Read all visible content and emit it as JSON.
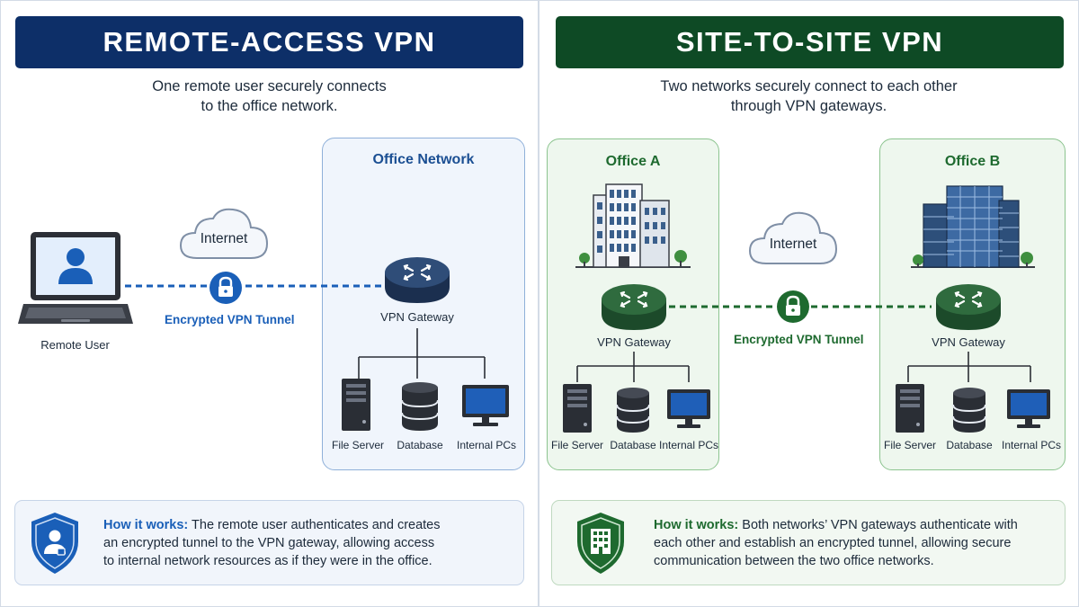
{
  "remote_access": {
    "title": "REMOTE-ACCESS VPN",
    "subtitle_lines": [
      "One remote user securely connects",
      "to the office network."
    ],
    "office_network_title": "Office Network",
    "cloud_label": "Internet",
    "tunnel_label": "Encrypted VPN Tunnel",
    "remote_user_label": "Remote User",
    "gateway_label": "VPN Gateway",
    "resources": [
      "File Server",
      "Database",
      "Internal PCs"
    ],
    "how_it_works": {
      "lead": "How it works:",
      "lines": [
        " The remote user authenticates and creates",
        "an encrypted tunnel to the VPN gateway, allowing access",
        "to internal network resources as if they were in the office."
      ]
    }
  },
  "site_to_site": {
    "title": "SITE-TO-SITE VPN",
    "subtitle_lines": [
      "Two networks securely connect to each other",
      "through VPN gateways."
    ],
    "office_a_title": "Office A",
    "office_b_title": "Office B",
    "cloud_label": "Internet",
    "tunnel_label": "Encrypted VPN Tunnel",
    "gateway_a_label": "VPN Gateway",
    "gateway_b_label": "VPN Gateway",
    "resources_a": [
      "File Server",
      "Database",
      "Internal PCs"
    ],
    "resources_b": [
      "File Server",
      "Database",
      "Internal PCs"
    ],
    "how_it_works": {
      "lead": "How it works:",
      "lines": [
        " Both networks’ VPN gateways authenticate with",
        "each other and establish an encrypted tunnel, allowing secure",
        "communication between the two office networks."
      ]
    }
  },
  "colors": {
    "remote_primary": "#0d2f68",
    "remote_accent": "#1a5fb8",
    "site_primary": "#0e4a25",
    "site_accent": "#1e6a2f"
  }
}
